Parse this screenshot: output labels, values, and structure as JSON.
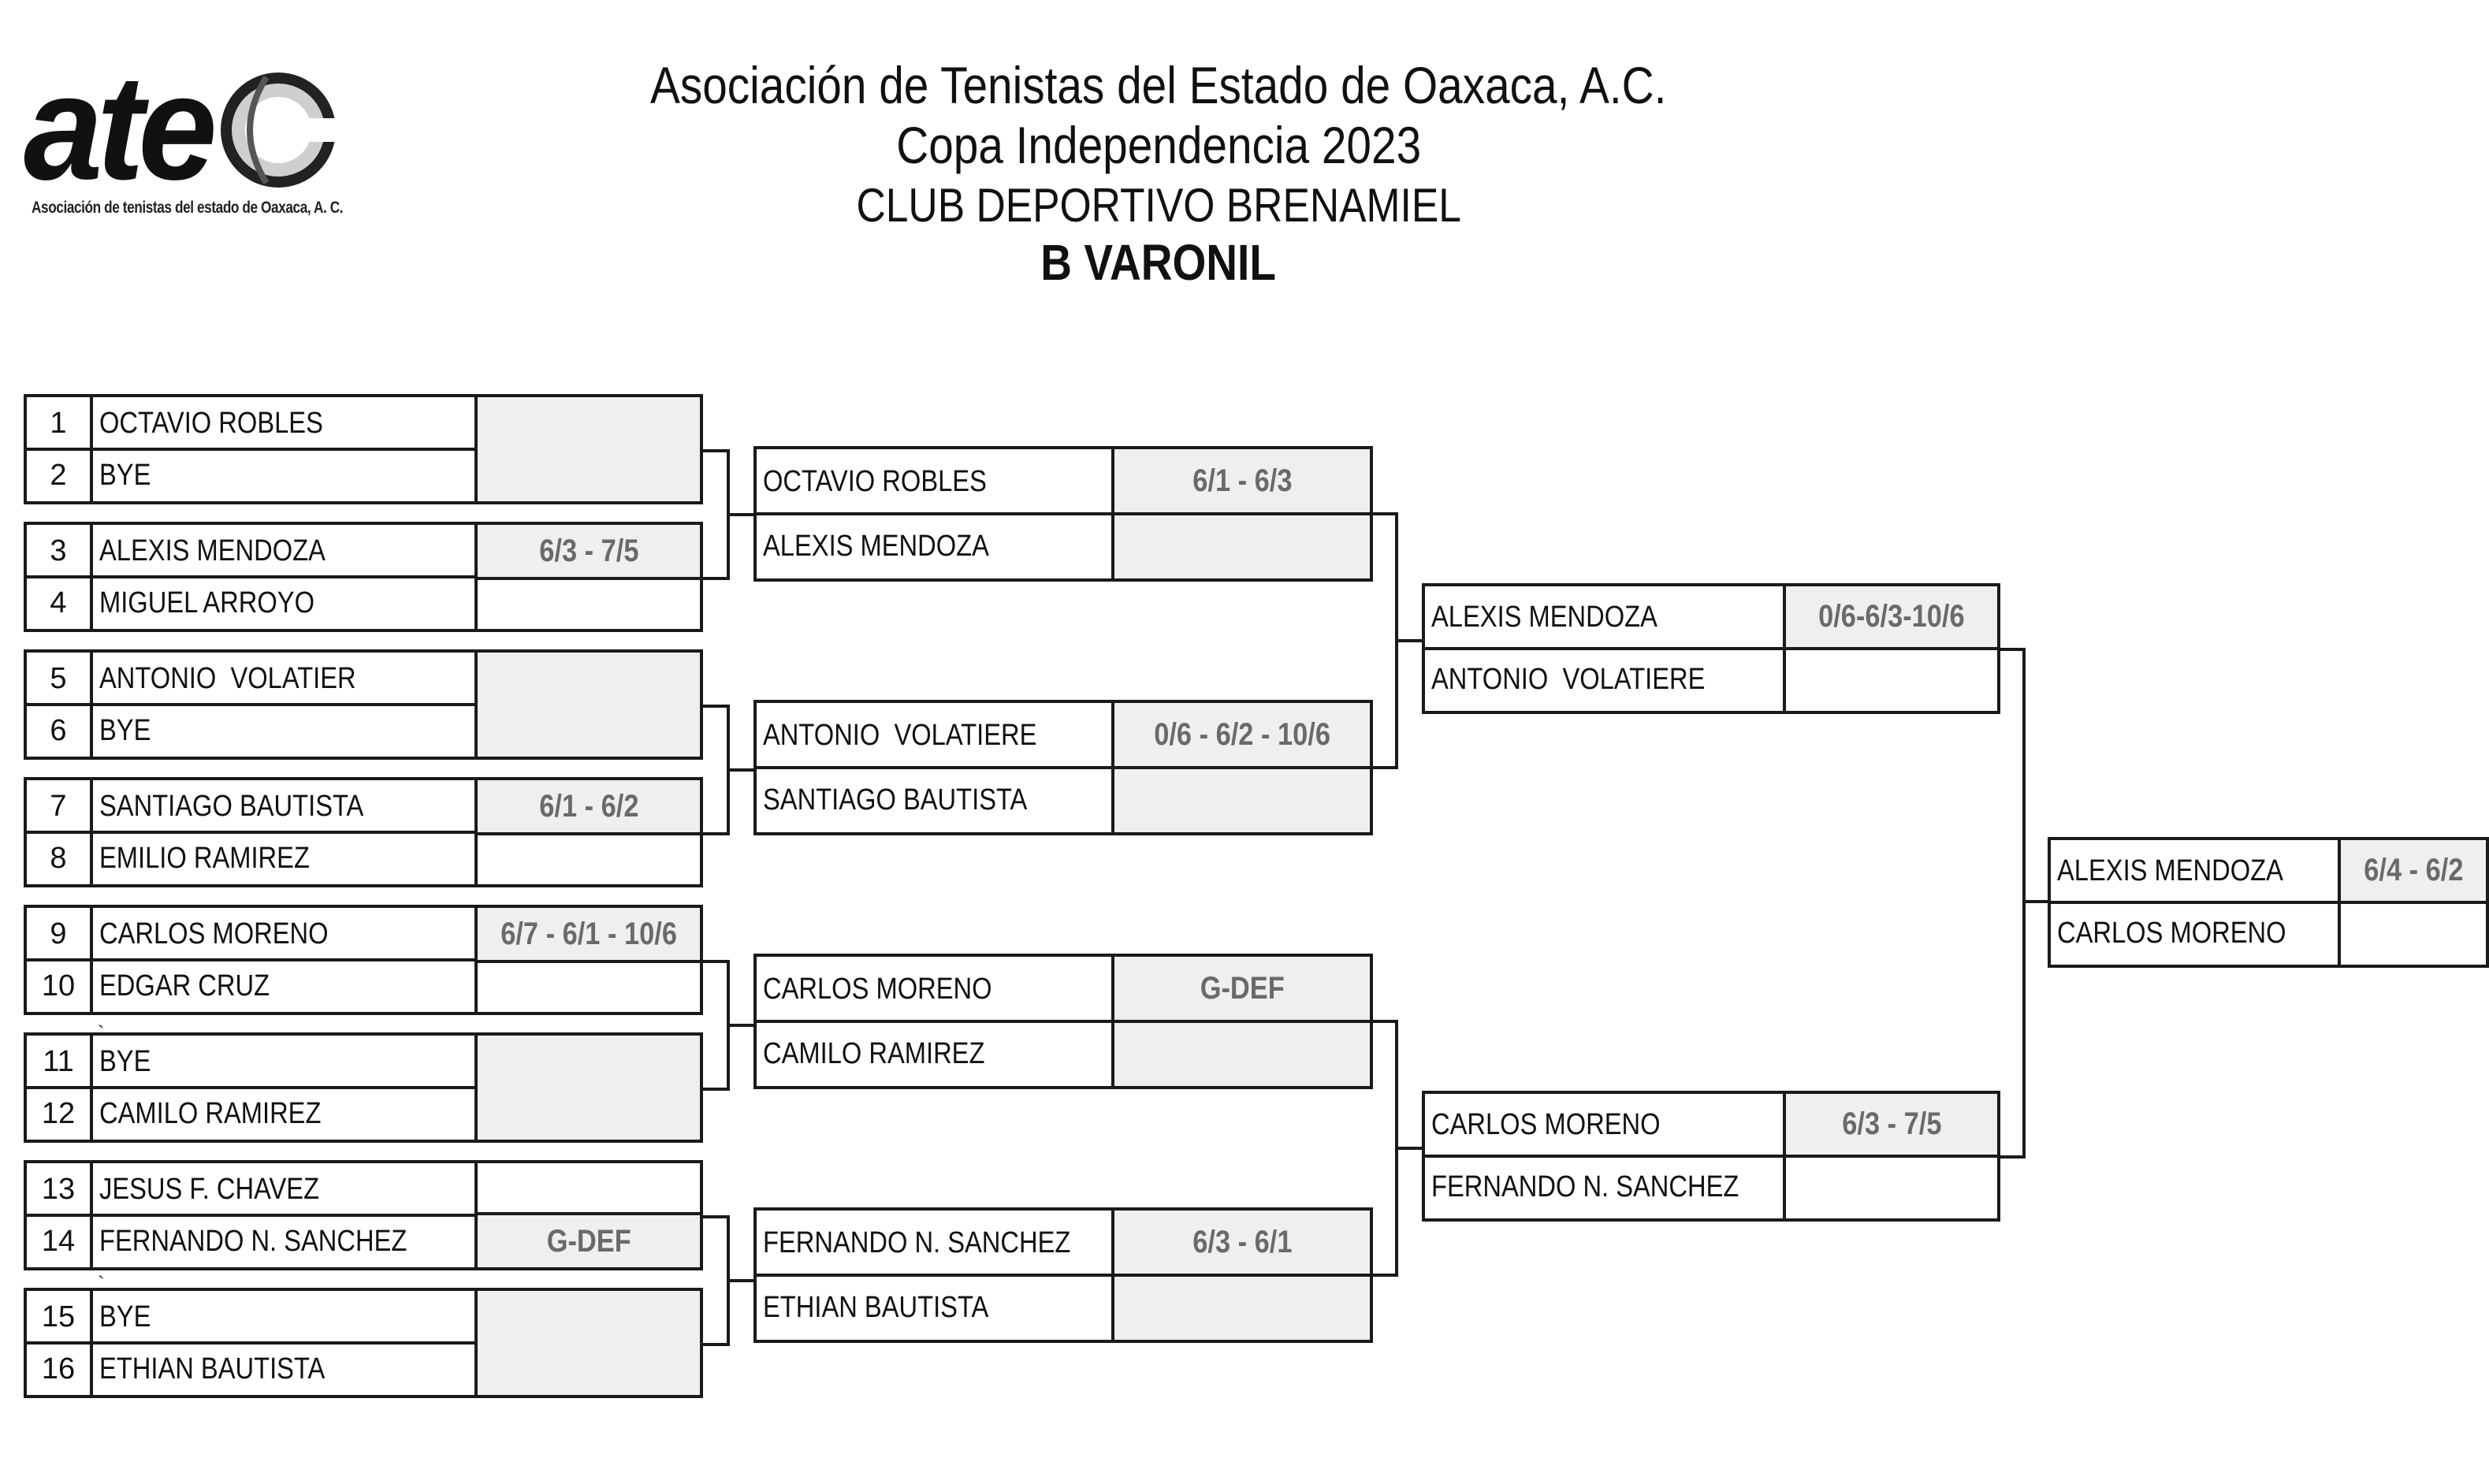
{
  "logo": {
    "wordmark": "ate",
    "subtitle": "Asociación de tenistas del estado de Oaxaca, A. C."
  },
  "header": {
    "line1": "Asociación de Tenistas del Estado de Oaxaca, A.C.",
    "line2": "Copa Independencia 2023",
    "line3": "CLUB DEPORTIVO BRENAMIEL",
    "line4": "B  VARONIL"
  },
  "round1": [
    {
      "n1": "1",
      "p1": "OCTAVIO ROBLES",
      "n2": "2",
      "p2": "BYE",
      "score": ""
    },
    {
      "n1": "3",
      "p1": "ALEXIS MENDOZA",
      "n2": "4",
      "p2": "MIGUEL ARROYO",
      "score": "6/3 - 7/5"
    },
    {
      "n1": "5",
      "p1": "ANTONIO  VOLATIER",
      "n2": "6",
      "p2": "BYE",
      "score": ""
    },
    {
      "n1": "7",
      "p1": "SANTIAGO BAUTISTA",
      "n2": "8",
      "p2": "EMILIO RAMIREZ",
      "score": "6/1 - 6/2"
    },
    {
      "n1": "9",
      "p1": "CARLOS MORENO",
      "n2": "10",
      "p2": "EDGAR CRUZ",
      "score": "6/7 - 6/1 - 10/6"
    },
    {
      "n1": "11",
      "p1": "BYE",
      "n2": "12",
      "p2": "CAMILO RAMIREZ",
      "score": ""
    },
    {
      "n1": "13",
      "p1": "JESUS F. CHAVEZ",
      "n2": "14",
      "p2": "FERNANDO N. SANCHEZ",
      "score": "G-DEF"
    },
    {
      "n1": "15",
      "p1": "BYE",
      "n2": "16",
      "p2": "ETHIAN BAUTISTA",
      "score": ""
    }
  ],
  "round2": [
    {
      "p1": "OCTAVIO ROBLES",
      "p2": "ALEXIS MENDOZA",
      "score": "6/1 - 6/3"
    },
    {
      "p1": "ANTONIO  VOLATIERE",
      "p2": "SANTIAGO BAUTISTA",
      "score": "0/6 - 6/2 - 10/6"
    },
    {
      "p1": "CARLOS MORENO",
      "p2": "CAMILO RAMIREZ",
      "score": "G-DEF"
    },
    {
      "p1": "FERNANDO N. SANCHEZ",
      "p2": "ETHIAN BAUTISTA",
      "score": "6/3 - 6/1"
    }
  ],
  "semifinals": [
    {
      "p1": "ALEXIS MENDOZA",
      "p2": "ANTONIO  VOLATIERE",
      "score": "0/6-6/3-10/6"
    },
    {
      "p1": "CARLOS MORENO",
      "p2": "FERNANDO N. SANCHEZ",
      "score": "6/3 - 7/5"
    }
  ],
  "final": {
    "p1": "ALEXIS MENDOZA",
    "p2": "CARLOS MORENO",
    "score": "6/4 - 6/2"
  }
}
